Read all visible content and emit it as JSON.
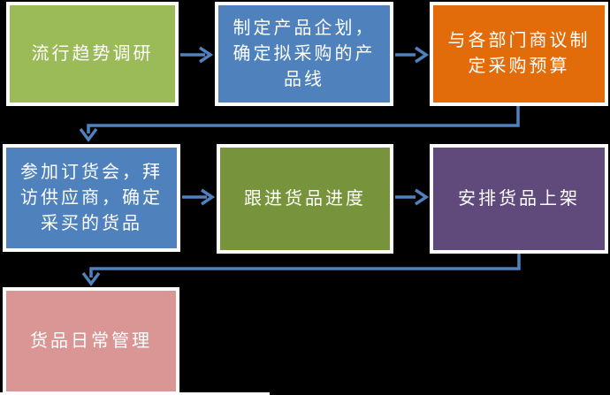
{
  "canvas": {
    "background": "#000000",
    "node_border_color": "#FFFFFF",
    "node_text_color": "#FFFFFF",
    "connector_color": "#4F81BD"
  },
  "flowchart": {
    "nodes": [
      {
        "name": "trend-research",
        "color": "#9BBB59",
        "text": "流行趋势调研",
        "lines": [
          "流行趋势调研"
        ]
      },
      {
        "name": "product-planning",
        "color": "#4F81BD",
        "text": "制定产品企划，确定拟采购的产品线",
        "lines": [
          "制定产品企划，",
          "确定拟采购的产",
          "品线"
        ]
      },
      {
        "name": "budget-negotiation",
        "color": "#E36C0A",
        "text": "与各部门商议制定采购预算",
        "lines": [
          "与各部门商议制",
          "定采购预算"
        ]
      },
      {
        "name": "order-fair",
        "color": "#4F81BD",
        "text": "参加订货会，拜访供应商，确定采买的货品",
        "lines": [
          "参加订货会，拜",
          "访供应商，确定",
          "采买的货品"
        ]
      },
      {
        "name": "follow-progress",
        "color": "#77933C",
        "text": "跟进货品进度",
        "lines": [
          "跟进货品进度"
        ]
      },
      {
        "name": "shelf-arrangement",
        "color": "#604A7B",
        "text": "安排货品上架",
        "lines": [
          "安排货品上架"
        ]
      },
      {
        "name": "daily-management",
        "color": "#D99694",
        "text": "货品日常管理",
        "lines": [
          "货品日常管理"
        ]
      }
    ],
    "connectors": [
      {
        "from": "trend-research",
        "to": "product-planning",
        "style": "straight-open-arrow"
      },
      {
        "from": "product-planning",
        "to": "budget-negotiation",
        "style": "straight-open-arrow"
      },
      {
        "from": "budget-negotiation",
        "to": "order-fair",
        "style": "elbow-open-arrow"
      },
      {
        "from": "order-fair",
        "to": "follow-progress",
        "style": "straight-open-arrow"
      },
      {
        "from": "follow-progress",
        "to": "shelf-arrangement",
        "style": "straight-open-arrow"
      },
      {
        "from": "shelf-arrangement",
        "to": "daily-management",
        "style": "elbow-open-arrow"
      }
    ]
  }
}
